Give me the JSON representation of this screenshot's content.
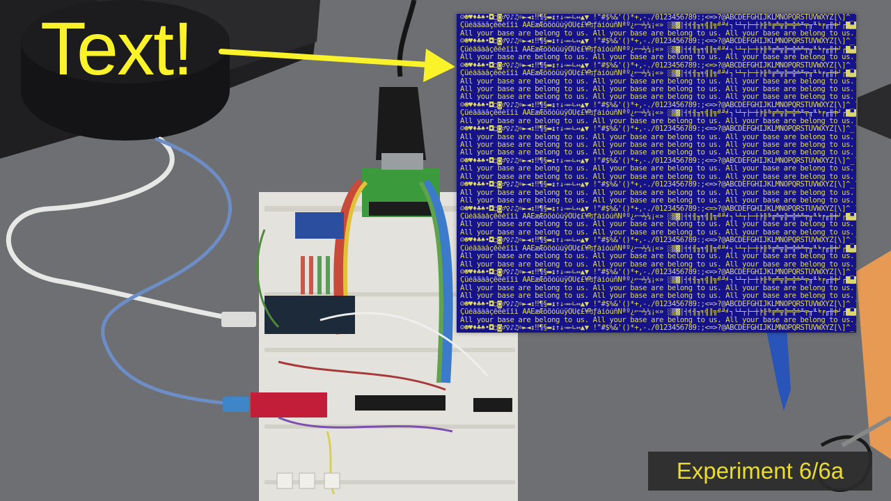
{
  "overlay": {
    "title": "Text!",
    "caption": "Experiment 6/6a"
  },
  "screen": {
    "lines": [
      "☺☻♥♦♣♠•◘○◙♂♀♪♫☼►◄↕‼¶§▬↨↑↓→←∟↔▲▼ !\"#$%&'()*+,-./0123456789:;<=>?@ABCDEFGHIJKLMNOPQRSTUVWXYZ[\\]^_`abc",
      "Çüéâäàåçêëèïîì ÄÅÉæÆôöòûùÿÖÜ¢£¥₧ƒáíóúñÑªº¿⌐¬½¼¡«» ░▒▓│┤╡╢╖╕╣║╗╝╜╛┐└┴┬├─┼╞╟╚╔╩╦╠═╬╧╨╤╥╙╘╒╓╫╪┘┌█▄▌▐▀αßΓπ",
      "All your base are belong to us. All your base are belong to us. All your base are belong to us. All",
      "☺☻♥♦♣♠•◘○◙♂♀♪♫☼►◄↕‼¶§▬↨↑↓→←∟↔▲▼ !\"#$%&'()*+,-./0123456789:;<=>?@ABCDEFGHIJKLMNOPQRSTUVWXYZ[\\]^_`abc",
      "Çüéâäàåçêëèïîì ÄÅÉæÆôöòûùÿÖÜ¢£¥₧ƒáíóúñÑªº¿⌐¬½¼¡«» ░▒▓│┤╡╢╖╕╣║╗╝╜╛┐└┴┬├─┼╞╟╚╔╩╦╠═╬╧╨╤╥╙╘╒╓╫╪┘┌█▄▌▐▀αßΓπ",
      "All your base are belong to us. All your base are belong to us. All your base are belong to us. All",
      "☺☻♥♦♣♠•◘○◙♂♀♪♫☼►◄↕‼¶§▬↨↑↓→←∟↔▲▼ !\"#$%&'()*+,-./0123456789:;<=>?@ABCDEFGHIJKLMNOPQRSTUVWXYZ[\\]^_`abc",
      "Çüéâäàåçêëèïîì ÄÅÉæÆôöòûùÿÖÜ¢£¥₧ƒáíóúñÑªº¿⌐¬½¼¡«» ░▒▓│┤╡╢╖╕╣║╗╝╜╛┐└┴┬├─┼╞╟╚╔╩╦╠═╬╧╨╤╥╙╘╒╓╫╪┘┌█▄▌▐▀αßΓπ",
      "All your base are belong to us. All your base are belong to us. All your base are belong to us. All",
      "All your base are belong to us. All your base are belong to us. All your base are belong to us. All",
      "All your base are belong to us. All your base are belong to us. All your base are belong to us. All",
      "☺☻♥♦♣♠•◘○◙♂♀♪♫☼►◄↕‼¶§▬↨↑↓→←∟↔▲▼ !\"#$%&'()*+,-./0123456789:;<=>?@ABCDEFGHIJKLMNOPQRSTUVWXYZ[\\]^_`abc",
      "Çüéâäàåçêëèïîì ÄÅÉæÆôöòûùÿÖÜ¢£¥₧ƒáíóúñÑªº¿⌐¬½¼¡«» ░▒▓│┤╡╢╖╕╣║╗╝╜╛┐└┴┬├─┼╞╟╚╔╩╦╠═╬╧╨╤╥╙╘╒╓╫╪┘┌█▄▌▐▀αßΓπ",
      "All your base are belong to us. All your base are belong to us. All your base are belong to us. All",
      "☺☻♥♦♣♠•◘○◙♂♀♪♫☼►◄↕‼¶§▬↨↑↓→←∟↔▲▼ !\"#$%&'()*+,-./0123456789:;<=>?@ABCDEFGHIJKLMNOPQRSTUVWXYZ[\\]^_`abc",
      "All your base are belong to us. All your base are belong to us. All your base are belong to us. All",
      "All your base are belong to us. All your base are belong to us. All your base are belong to us. All",
      "All your base are belong to us. All your base are belong to us. All your base are belong to us. All",
      "☺☻♥♦♣♠•◘○◙♂♀♪♫☼►◄↕‼¶§▬↨↑↓→←∟↔▲▼ !\"#$%&'()*+,-./0123456789:;<=>?@ABCDEFGHIJKLMNOPQRSTUVWXYZ[\\]^_`abc",
      "All your base are belong to us. All your base are belong to us. All your base are belong to us. All",
      "All your base are belong to us. All your base are belong to us. All your base are belong to us. All",
      "☺☻♥♦♣♠•◘○◙♂♀♪♫☼►◄↕‼¶§▬↨↑↓→←∟↔▲▼ !\"#$%&'()*+,-./0123456789:;<=>?@ABCDEFGHIJKLMNOPQRSTUVWXYZ[\\]^_`abc",
      "All your base are belong to us. All your base are belong to us. All your base are belong to us. All",
      "All your base are belong to us. All your base are belong to us. All your base are belong to us. All",
      "☺☻♥♦♣♠•◘○◙♂♀♪♫☼►◄↕‼¶§▬↨↑↓→←∟↔▲▼ !\"#$%&'()*+,-./0123456789:;<=>?@ABCDEFGHIJKLMNOPQRSTUVWXYZ[\\]^_`abc",
      "Çüéâäàåçêëèïîì ÄÅÉæÆôöòûùÿÖÜ¢£¥₧ƒáíóúñÑªº¿⌐¬½¼¡«» ░▒▓│┤╡╢╖╕╣║╗╝╜╛┐└┴┬├─┼╞╟╚╔╩╦╠═╬╧╨╤╥╙╘╒╓╫╪┘┌█▄▌▐▀αßΓπ",
      "All your base are belong to us. All your base are belong to us. All your base are belong to us. All",
      "All your base are belong to us. All your base are belong to us. All your base are belong to us. All",
      "☺☻♥♦♣♠•◘○◙♂♀♪♫☼►◄↕‼¶§▬↨↑↓→←∟↔▲▼ !\"#$%&'()*+,-./0123456789:;<=>?@ABCDEFGHIJKLMNOPQRSTUVWXYZ[\\]^_`abc",
      "Çüéâäàåçêëèïîì ÄÅÉæÆôöòûùÿÖÜ¢£¥₧ƒáíóúñÑªº¿⌐¬½¼¡«» ░▒▓│┤╡╢╖╕╣║╗╝╜╛┐└┴┬├─┼╞╟╚╔╩╦╠═╬╧╨╤╥╙╘╒╓╫╪┘┌█▄▌▐▀αßΓπ",
      "All your base are belong to us. All your base are belong to us. All your base are belong to us. All",
      "All your base are belong to us. All your base are belong to us. All your base are belong to us. All",
      "☺☻♥♦♣♠•◘○◙♂♀♪♫☼►◄↕‼¶§▬↨↑↓→←∟↔▲▼ !\"#$%&'()*+,-./0123456789:;<=>?@ABCDEFGHIJKLMNOPQRSTUVWXYZ[\\]^_`abc",
      "Çüéâäàåçêëèïîì ÄÅÉæÆôöòûùÿÖÜ¢£¥₧ƒáíóúñÑªº¿⌐¬½¼¡«» ░▒▓│┤╡╢╖╕╣║╗╝╜╛┐└┴┬├─┼╞╟╚╔╩╦╠═╬╧╨╤╥╙╘╒╓╫╪┘┌█▄▌▐▀αßΓπ",
      "All your base are belong to us. All your base are belong to us. All your base are belong to us. All",
      "All your base are belong to us. All your base are belong to us. All your base are belong to us. All",
      "☺☻♥♦♣♠•◘○◙♂♀♪♫☼►◄↕‼¶§▬↨↑↓→←∟↔▲▼ !\"#$%&'()*+,-./0123456789:;<=>?@ABCDEFGHIJKLMNOPQRSTUVWXYZ[\\]^_`abc",
      "Çüéâäàåçêëèïîì ÄÅÉæÆôöòûùÿÖÜ¢£¥₧ƒáíóúñÑªº¿⌐¬½¼¡«» ░▒▓│┤╡╢╖╕╣║╗╝╜╛┐└┴┬├─┼╞╟╚╔╩╦╠═╬╧╨╤╥╙╘╒╓╫╪┘┌█▄▌▐▀αßΓπ",
      "All your base are belong to us. All your base are belong to us. All your base are belong to us. All",
      "☺☻♥♦♣♠•◘○◙♂♀♪♫☼►◄↕‼¶§▬↨↑↓→←∟↔▲▼ !\"#$%&'()*+,-./0123456789:;<=>?@ABCDEFGHIJKLMNOPQRSTUVWXYZ[\\]^_`abc"
    ]
  },
  "colors": {
    "overlay_yellow": "#fbf32a",
    "screen_background": "#16128a",
    "screen_text": "#dcd86a",
    "desk": "#6f7073",
    "caption_background": "#2b2b2b"
  }
}
